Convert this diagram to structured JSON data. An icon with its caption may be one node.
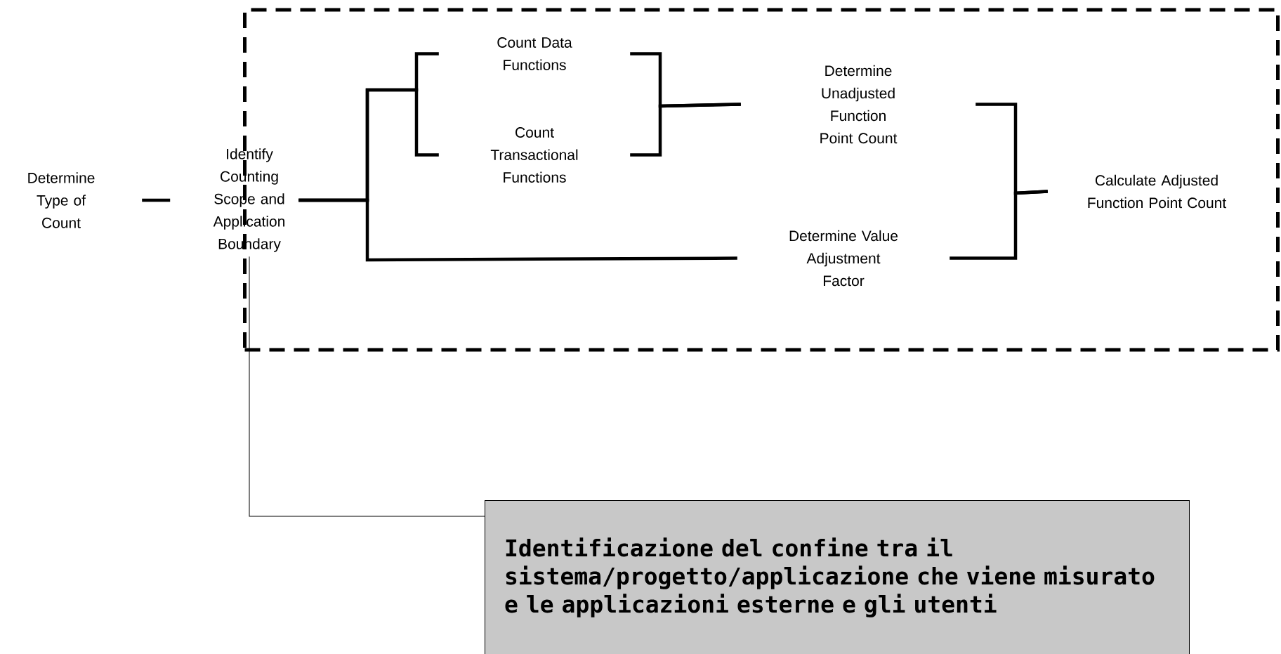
{
  "diagram": {
    "nodes": [
      {
        "text": [
          "Determine Type of Count"
        ]
      },
      {
        "text": [
          "Identify Counting Scope and Application Boundary"
        ]
      },
      {
        "text": [],
        "shape": "box"
      },
      {
        "text": [
          "Count Data Functions"
        ],
        "in": 2
      },
      {
        "text": [
          "Count Transactional Functions"
        ],
        "in": 2
      },
      {
        "text": [
          "Determine Unadjusted Function Point Count"
        ],
        "in": 2
      },
      {
        "text": [
          "Determine Value Adjustment Factor"
        ],
        "in": 2
      },
      {
        "text": [
          "Calculate Adjusted Function Point Count"
        ],
        "in": 2
      },
      {
        "text": [
          "Identificazione del confine tra il sistema/progetto/applicazione che viene misurato e le applicazioni esterne e gli utenti"
        ]
      }
    ],
    "edges": [
      {
        "from": 0,
        "to": 1,
        "arrow": "none",
        "style": "dashed"
      },
      {
        "from": 1,
        "to": 3,
        "arrow": "none"
      },
      {
        "from": 1,
        "to": 4,
        "arrow": "none"
      },
      {
        "from": 1,
        "to": 6,
        "arrow": "none"
      },
      {
        "from": 3,
        "to": 5,
        "arrow": "none"
      },
      {
        "from": 4,
        "to": 5,
        "arrow": "none"
      },
      {
        "from": 5,
        "to": 7,
        "arrow": "none"
      },
      {
        "from": 6,
        "to": 7,
        "arrow": "none"
      },
      {
        "from": 8,
        "to": 1,
        "arrow": "none"
      }
    ]
  }
}
